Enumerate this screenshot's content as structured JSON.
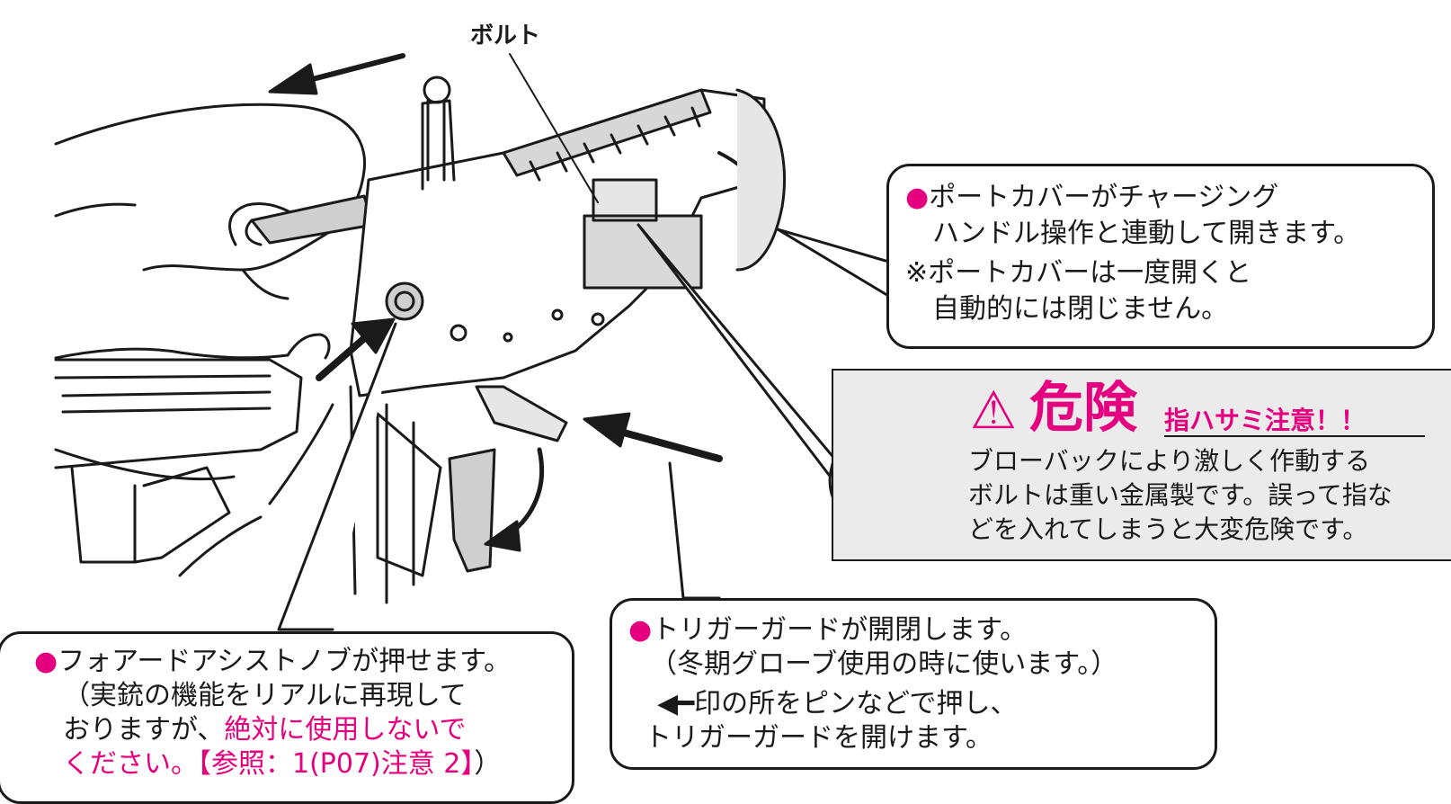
{
  "label_bolt": "ボルト",
  "callout_port_cover": {
    "line1": "ポートカバーがチャージング",
    "line2": "ハンドル操作と連動して開きます。",
    "note_line1": "※ポートカバーは一度開くと",
    "note_line2": "自動的には閉じません。"
  },
  "danger": {
    "title": "危険",
    "subtitle": "指ハサミ注意！！",
    "line1": "ブローバックにより激しく作動する",
    "line2": "ボルトは重い金属製です。誤って指な",
    "line3": "どを入れてしまうと大変危険です。"
  },
  "callout_trigger_guard": {
    "line1": "トリガーガードが開閉します。",
    "line2": "（冬期グローブ使用の時に使います。）",
    "line3": "印の所をピンなどで押し、",
    "line4": "トリガーガードを開けます。"
  },
  "callout_forward_assist": {
    "line1": "フォアードアシストノブが押せます。",
    "line2": "（実銃の機能をリアルに再現して",
    "line3_a": "おりますが、",
    "line3_b": "絶対に使用しないで",
    "line4_a": "ください。【参照：1(P07)注意 2】",
    "line4_b": "）"
  },
  "colors": {
    "accent": "#e4007f",
    "ink": "#1a1a1a",
    "danger_bg": "#ebebeb"
  }
}
